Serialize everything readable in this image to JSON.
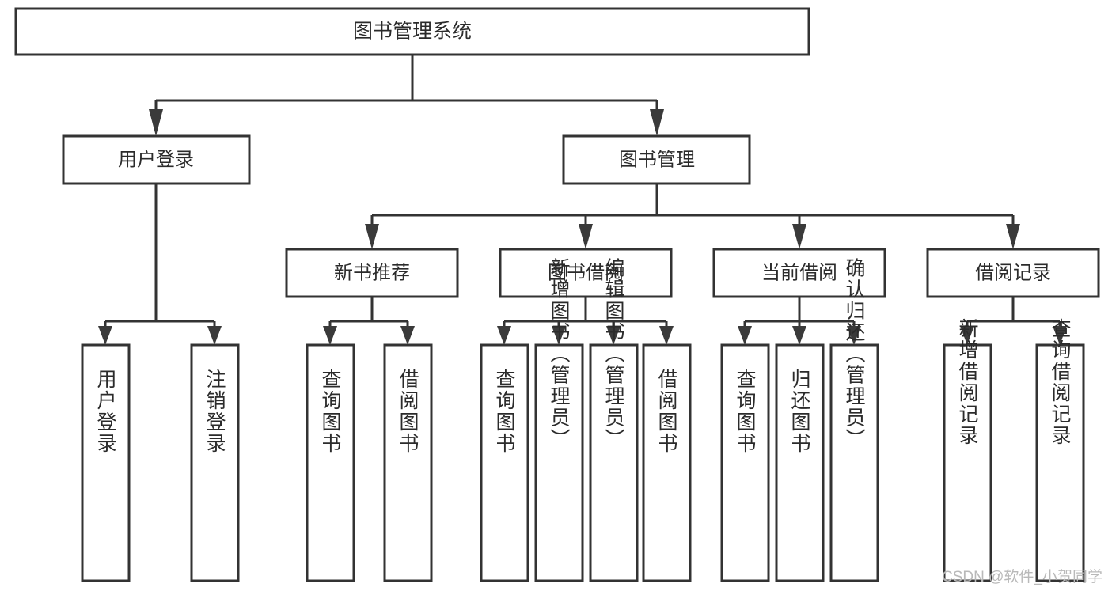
{
  "diagram": {
    "title": "图书管理系统",
    "type": "tree-hierarchy",
    "orientation": "top-down",
    "box_fill": "#ffffff",
    "box_stroke": "#333333",
    "text_color": "#2b2b2b",
    "connector_color": "#333333",
    "levels": {
      "root": "图书管理系统",
      "level2": [
        "用户登录",
        "图书管理"
      ],
      "level3": [
        "新书推荐",
        "图书借阅",
        "当前借阅",
        "借阅记录"
      ],
      "level4_groups": [
        {
          "parent": "用户登录",
          "leaves": [
            "用户登录",
            "注销登录"
          ]
        },
        {
          "parent": "新书推荐",
          "leaves": [
            "查询图书",
            "借阅图书"
          ]
        },
        {
          "parent": "图书借阅",
          "leaves": [
            "查询图书",
            "新增图书（管理员）",
            "编辑图书（管理员）",
            "借阅图书"
          ]
        },
        {
          "parent": "当前借阅",
          "leaves": [
            "查询图书",
            "归还图书",
            "确认归还（管理员）"
          ]
        },
        {
          "parent": "借阅记录",
          "leaves": [
            "新增借阅记录",
            "查询借阅记录"
          ]
        }
      ]
    }
  },
  "nodes": {
    "root": {
      "label": "图书管理系统"
    },
    "user_login": {
      "label": "用户登录"
    },
    "book_manage": {
      "label": "图书管理"
    },
    "new_book_rec": {
      "label": "新书推荐"
    },
    "book_borrow": {
      "label": "图书借阅"
    },
    "current_borrow": {
      "label": "当前借阅"
    },
    "borrow_record": {
      "label": "借阅记录"
    },
    "leaf_user_login": {
      "label": "用户登录"
    },
    "leaf_user_logout": {
      "label": "注销登录"
    },
    "leaf_rec_query": {
      "label": "查询图书"
    },
    "leaf_rec_borrow": {
      "label": "借阅图书"
    },
    "leaf_borrow_query": {
      "label": "查询图书"
    },
    "leaf_borrow_add": {
      "label": "新增图书（管理员）"
    },
    "leaf_borrow_edit": {
      "label": "编辑图书（管理员）"
    },
    "leaf_borrow_lend": {
      "label": "借阅图书"
    },
    "leaf_cur_query": {
      "label": "查询图书"
    },
    "leaf_cur_return": {
      "label": "归还图书"
    },
    "leaf_cur_confirm": {
      "label": "确认归还（管理员）"
    },
    "leaf_rec_add": {
      "label": "新增借阅记录"
    },
    "leaf_rec_search": {
      "label": "查询借阅记录"
    }
  },
  "watermark": {
    "text": "CSDN @软件_小贺同学"
  }
}
